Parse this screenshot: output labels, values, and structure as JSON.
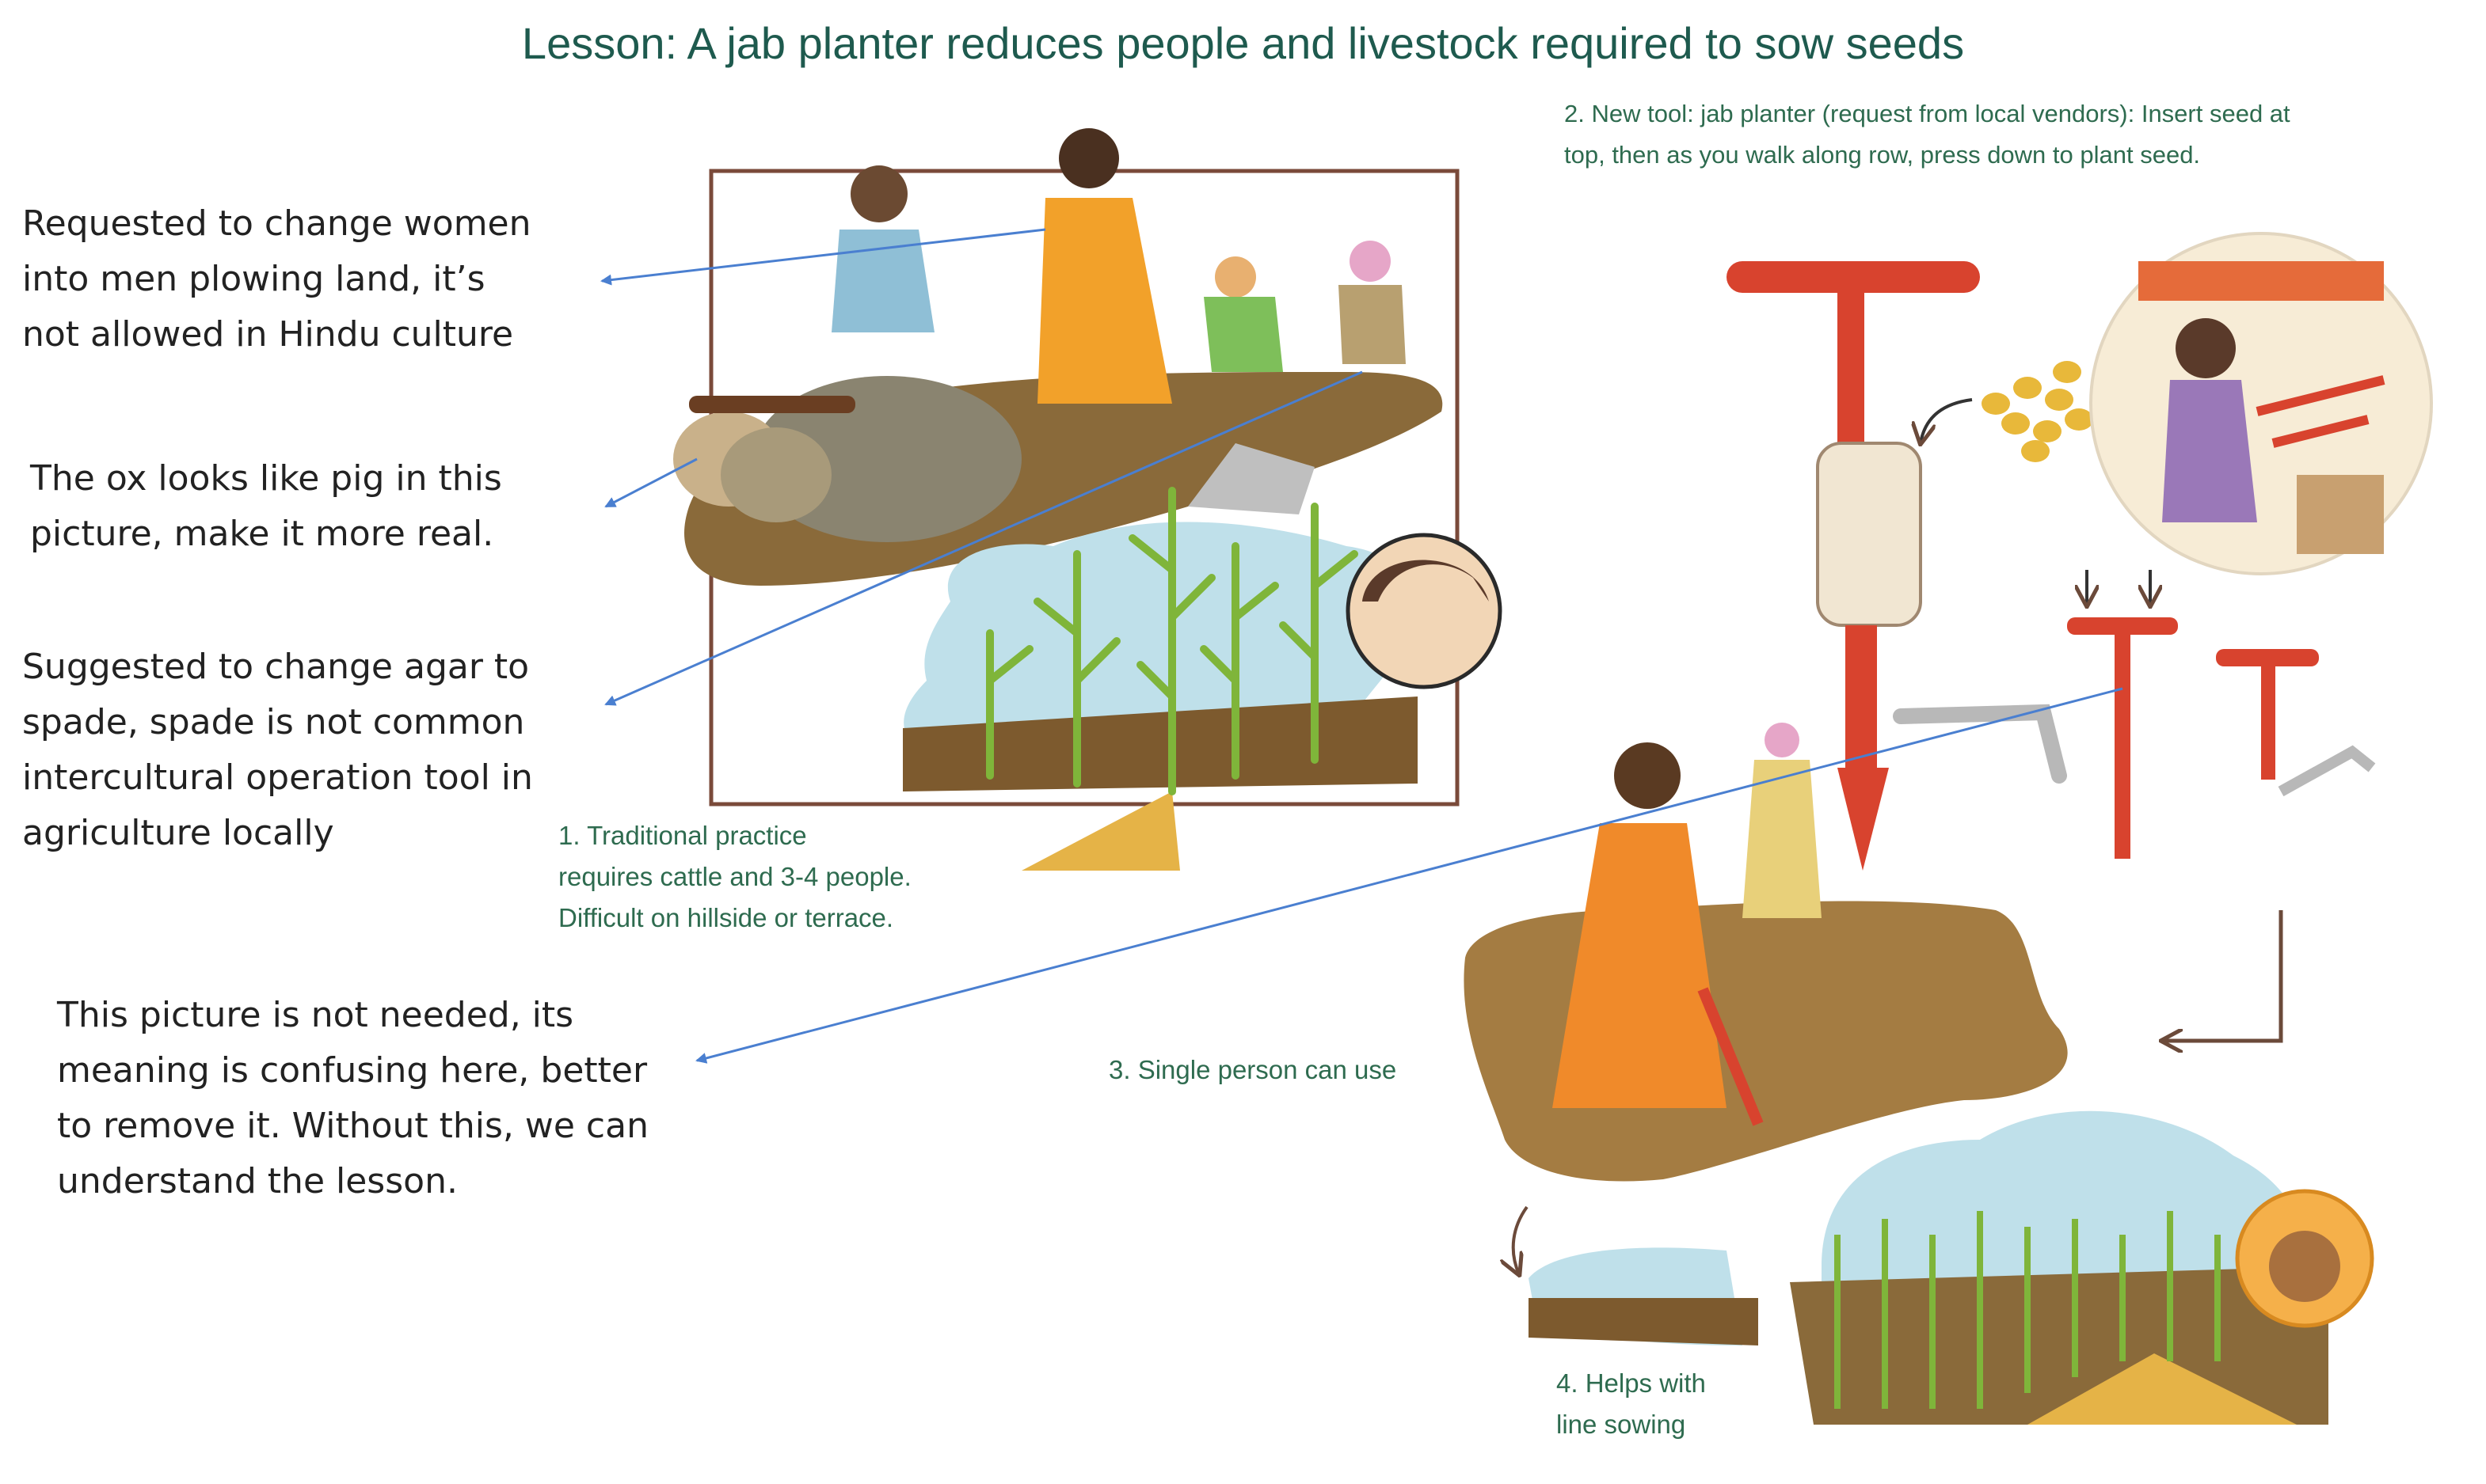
{
  "title": "Lesson: A jab planter reduces people and livestock required to sow seeds",
  "annotations": [
    {
      "lines": [
        "Requested to change women",
        "into men plowing land, it’s",
        "not allowed in Hindu culture"
      ]
    },
    {
      "lines": [
        "The ox looks like pig in this",
        "picture, make it more real."
      ]
    },
    {
      "lines": [
        "Suggested to change agar to",
        "spade, spade is not common",
        "intercultural operation tool in",
        "agriculture locally"
      ]
    },
    {
      "lines": [
        "This picture is not needed, its",
        "meaning is confusing here, better",
        "to remove it. Without this, we can",
        "understand the lesson."
      ]
    }
  ],
  "captions": {
    "step1": [
      "1. Traditional practice",
      "requires cattle and 3-4 people.",
      "Difficult on hillside or terrace."
    ],
    "step2": [
      "2. New tool: jab planter (request from local vendors): Insert seed at",
      "top, then as you walk along row, press down to plant seed."
    ],
    "step3": [
      "3. Single person can use"
    ],
    "step4": [
      "4. Helps with",
      "line sowing"
    ]
  },
  "colors": {
    "title": "#1e5a4e",
    "caption": "#2e6b4f",
    "annotation_text": "#222222",
    "arrow": "#4a7fd0",
    "planter_red": "#d8432e",
    "soil": "#8a6a3a",
    "sky": "#bfe0ea",
    "maize_green": "#7fb53a"
  }
}
